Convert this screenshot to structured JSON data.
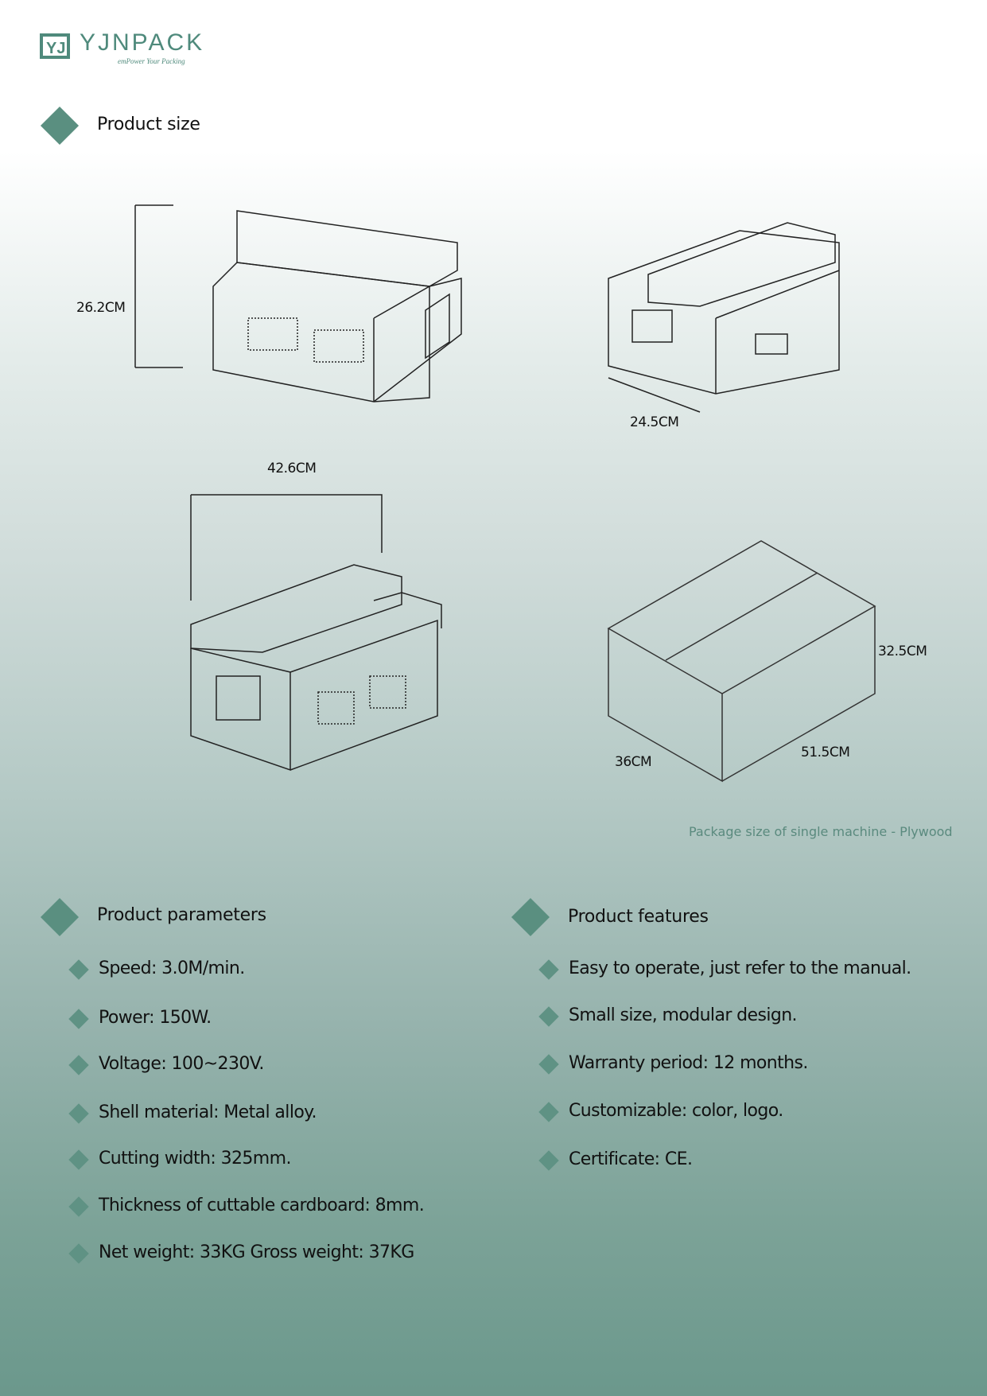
{
  "logo": {
    "mark": "YJ",
    "name": "YJNPACK",
    "tagline": "emPower Your Packing"
  },
  "size_section": {
    "title": "Product size",
    "dims": {
      "height": "26.2CM",
      "depth": "24.5CM",
      "width": "42.6CM",
      "box_height": "32.5CM",
      "box_depth": "36CM",
      "box_width": "51.5CM"
    },
    "caption": "Package size of single machine - Plywood"
  },
  "parameters": {
    "title": "Product parameters",
    "items": [
      "Speed: 3.0M/min.",
      "Power: 150W.",
      "Voltage: 100~230V.",
      "Shell material: Metal alloy.",
      "Cutting width: 325mm.",
      "Thickness of cuttable cardboard: 8mm.",
      "Net weight: 33KG Gross weight: 37KG"
    ]
  },
  "features": {
    "title": "Product features",
    "items": [
      "Easy to operate, just refer to the manual.",
      "Small size, modular design.",
      "Warranty period: 12 months.",
      "Customizable: color, logo.",
      "Certificate: CE."
    ]
  },
  "colors": {
    "accent": "#5a8f80"
  }
}
